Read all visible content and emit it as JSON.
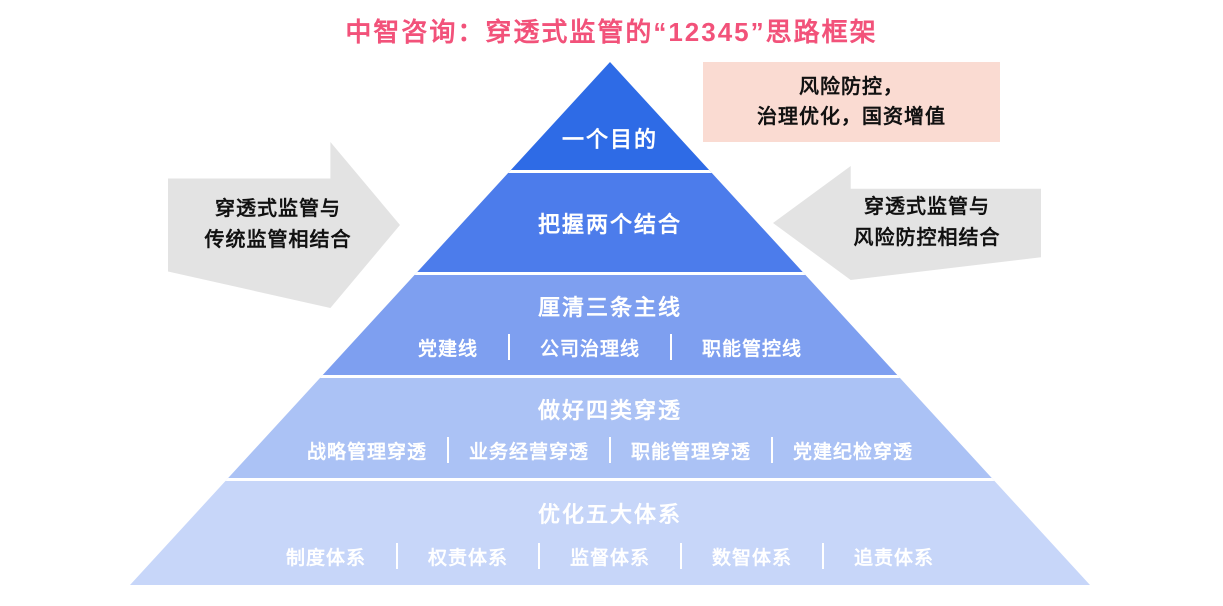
{
  "title": "中智咨询：穿透式监管的“12345”思路框架",
  "colors": {
    "title": "#f2527a",
    "arrow": "#e3e3e3",
    "callout": "#fadbd2",
    "pyramid_text": "#ffffff",
    "levels": [
      "#2e6be6",
      "#4c7ceb",
      "#7e9ff0",
      "#abc2f5",
      "#c7d6f9"
    ]
  },
  "pyramid": {
    "levels": [
      {
        "label": "一个目的",
        "items": []
      },
      {
        "label": "把握两个结合",
        "items": []
      },
      {
        "label": "厘清三条主线",
        "items": [
          "党建线",
          "公司治理线",
          "职能管控线"
        ]
      },
      {
        "label": "做好四类穿透",
        "items": [
          "战略管理穿透",
          "业务经营穿透",
          "职能管理穿透",
          "党建纪检穿透"
        ]
      },
      {
        "label": "优化五大体系",
        "items": [
          "制度体系",
          "权责体系",
          "监督体系",
          "数智体系",
          "追责体系"
        ]
      }
    ]
  },
  "left_arrow": {
    "line1": "穿透式监管与",
    "line2": "传统监管相结合"
  },
  "right_arrow": {
    "line1": "穿透式监管与",
    "line2": "风险防控相结合"
  },
  "callout": {
    "line1": "风险防控，",
    "line2": "治理优化，国资增值"
  }
}
